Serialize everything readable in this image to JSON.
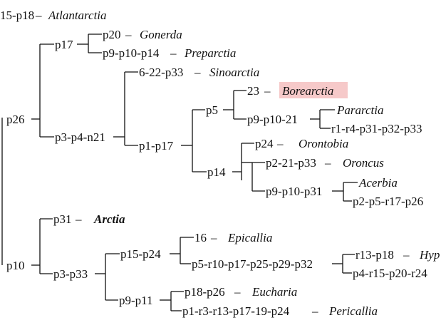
{
  "tree": {
    "top_item": {
      "chars": "15-p18",
      "taxon": "Atlantarctia"
    },
    "nodes": {
      "p26": "p26",
      "p17": "p17",
      "p20": "p20",
      "p9p10p14": "p9-p10-p14",
      "p3p4n21": "p3-p4-n21",
      "six22p33": "6-22-p33",
      "p1p17": "p1-p17",
      "p5": "p5",
      "twentythree": "23",
      "p9p10_21": "p9-p10-21",
      "r1r4": "r1-r4-p31-p32-p33",
      "p14": "p14",
      "p24": "p24",
      "p2_21_p33": "p2-21-p33",
      "p9p10p31": "p9-p10-p31",
      "p2p5r17p26": "p2-p5-r17-p26",
      "p10": "p10",
      "p31": "p31",
      "p3p33": "p3-p33",
      "p15p24": "p15-p24",
      "sixteen": "16",
      "p5r10": "p5-r10-p17-p25-p29-p32",
      "r13p18": "r13-p18",
      "p4r15": "p4-r15-p20-r24",
      "p9p11": "p9-p11",
      "p18p26": "p18-p26",
      "p1r3": "p1-r3-r13-p17-19-p24"
    },
    "taxa": {
      "Gonerda": "Gonerda",
      "Preparctia": "Preparctia",
      "Sinoarctia": "Sinoarctia",
      "Borearctia": "Borearctia",
      "Pararctia": "Pararctia",
      "Orontobia": "Orontobia",
      "Oroncus": "Oroncus",
      "Acerbia": "Acerbia",
      "Arctia": "Arctia",
      "Epicallia": "Epicallia",
      "Hyp": "Hyp",
      "Eucharia": "Eucharia",
      "Pericallia": "Pericallia"
    },
    "highlight_color": "#f6c9c9"
  }
}
